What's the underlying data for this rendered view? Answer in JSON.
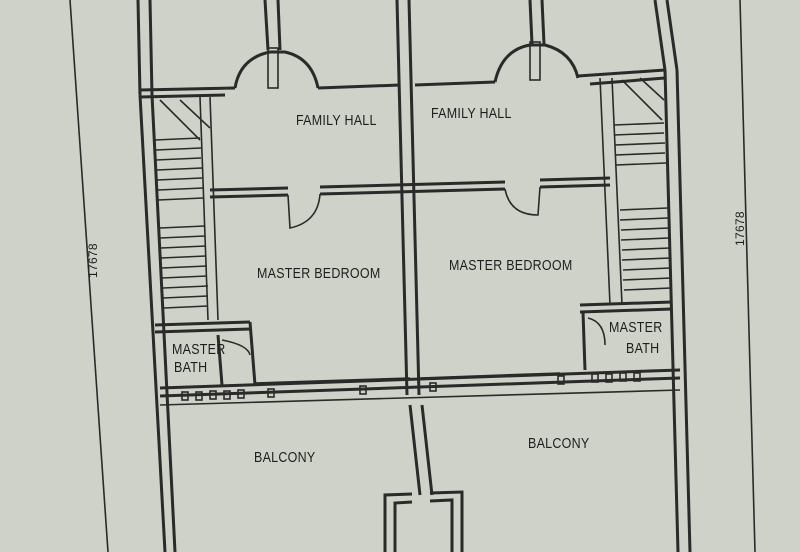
{
  "rooms": {
    "family_hall_left": "FAMILY HALL",
    "family_hall_right": "FAMILY HALL",
    "master_bedroom_left": "MASTER BEDROOM",
    "master_bedroom_right": "MASTER BEDROOM",
    "master_bath_left_1": "MASTER",
    "master_bath_left_2": "BATH",
    "master_bath_right_1": "MASTER",
    "master_bath_right_2": "BATH",
    "balcony_left": "BALCONY",
    "balcony_right": "BALCONY"
  },
  "dimensions": {
    "left": "17678",
    "right": "17678"
  }
}
